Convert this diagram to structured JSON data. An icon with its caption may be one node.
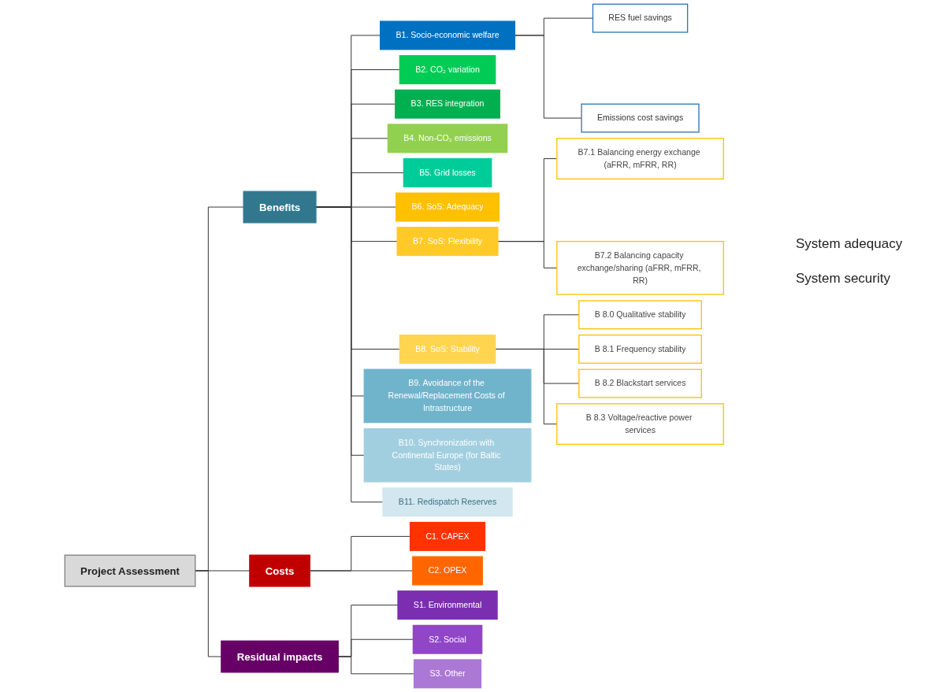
{
  "diagram": {
    "nodes": [
      {
        "text": [
          "Project Assessment"
        ]
      },
      {
        "text": [
          "Benefits"
        ]
      },
      {
        "text": [
          "B1. Socio-economic welfare"
        ]
      },
      {
        "text": [
          "RES fuel savings"
        ]
      },
      {
        "text": [
          "Emissions cost savings"
        ]
      },
      {
        "text": [
          "B2. CO₂ variation"
        ]
      },
      {
        "text": [
          "B3. RES integration"
        ]
      },
      {
        "text": [
          "B4. Non-CO₂ emissions"
        ]
      },
      {
        "text": [
          "B5. Grid losses"
        ]
      },
      {
        "text": [
          "B6. SoS: Adequacy"
        ]
      },
      {
        "text": [
          "B7. SoS: Flexibility"
        ]
      },
      {
        "text": [
          "B7.1 Balancing energy exchange (aFRR, mFRR, RR)"
        ]
      },
      {
        "text": [
          "B7.2 Balancing capacity exchange/sharing (aFRR, mFRR, RR)"
        ]
      },
      {
        "text": [
          "B8. SoS: Stability"
        ]
      },
      {
        "text": [
          "B 8.0 Qualitative stability"
        ]
      },
      {
        "text": [
          "B 8.1 Frequency stability"
        ]
      },
      {
        "text": [
          "B 8.2 Blackstart services"
        ]
      },
      {
        "text": [
          "B 8.3 Voltage/reactive power services"
        ]
      },
      {
        "text": [
          "B9. Avoidance of the Renewal/Replacement Costs of Intrastructure"
        ]
      },
      {
        "text": [
          "B10. Synchronization with Continental Europe (for Baltic States)"
        ]
      },
      {
        "text": [
          "B11. Redispatch Reserves"
        ]
      },
      {
        "text": [
          "Costs"
        ]
      },
      {
        "text": [
          "C1. CAPEX"
        ]
      },
      {
        "text": [
          "C2. OPEX"
        ]
      },
      {
        "text": [
          "Residual impacts"
        ]
      },
      {
        "text": [
          "S1. Environmental"
        ]
      },
      {
        "text": [
          "S2. Social"
        ]
      },
      {
        "text": [
          "S3. Other"
        ]
      }
    ],
    "edges": [
      {
        "from": 0,
        "to": 1,
        "arrow": "none"
      },
      {
        "from": 0,
        "to": 21,
        "arrow": "none"
      },
      {
        "from": 0,
        "to": 24,
        "arrow": "none"
      },
      {
        "from": 1,
        "to": 2,
        "arrow": "none"
      },
      {
        "from": 2,
        "to": 3,
        "arrow": "none"
      },
      {
        "from": 2,
        "to": 4,
        "arrow": "none"
      },
      {
        "from": 1,
        "to": 5,
        "arrow": "none"
      },
      {
        "from": 1,
        "to": 6,
        "arrow": "none"
      },
      {
        "from": 1,
        "to": 7,
        "arrow": "none"
      },
      {
        "from": 1,
        "to": 8,
        "arrow": "none"
      },
      {
        "from": 1,
        "to": 9,
        "arrow": "none"
      },
      {
        "from": 1,
        "to": 10,
        "arrow": "none"
      },
      {
        "from": 10,
        "to": 11,
        "arrow": "none"
      },
      {
        "from": 10,
        "to": 12,
        "arrow": "none"
      },
      {
        "from": 1,
        "to": 13,
        "arrow": "none"
      },
      {
        "from": 13,
        "to": 14,
        "arrow": "none"
      },
      {
        "from": 13,
        "to": 15,
        "arrow": "none"
      },
      {
        "from": 13,
        "to": 16,
        "arrow": "none"
      },
      {
        "from": 13,
        "to": 17,
        "arrow": "none"
      },
      {
        "from": 1,
        "to": 18,
        "arrow": "none"
      },
      {
        "from": 1,
        "to": 19,
        "arrow": "none"
      },
      {
        "from": 1,
        "to": 20,
        "arrow": "none"
      },
      {
        "from": 21,
        "to": 22,
        "arrow": "none"
      },
      {
        "from": 21,
        "to": 23,
        "arrow": "none"
      },
      {
        "from": 24,
        "to": 25,
        "arrow": "none"
      },
      {
        "from": 24,
        "to": 26,
        "arrow": "none"
      },
      {
        "from": 24,
        "to": 27,
        "arrow": "none"
      }
    ],
    "labels": [
      "System adequacy",
      "System security"
    ]
  }
}
